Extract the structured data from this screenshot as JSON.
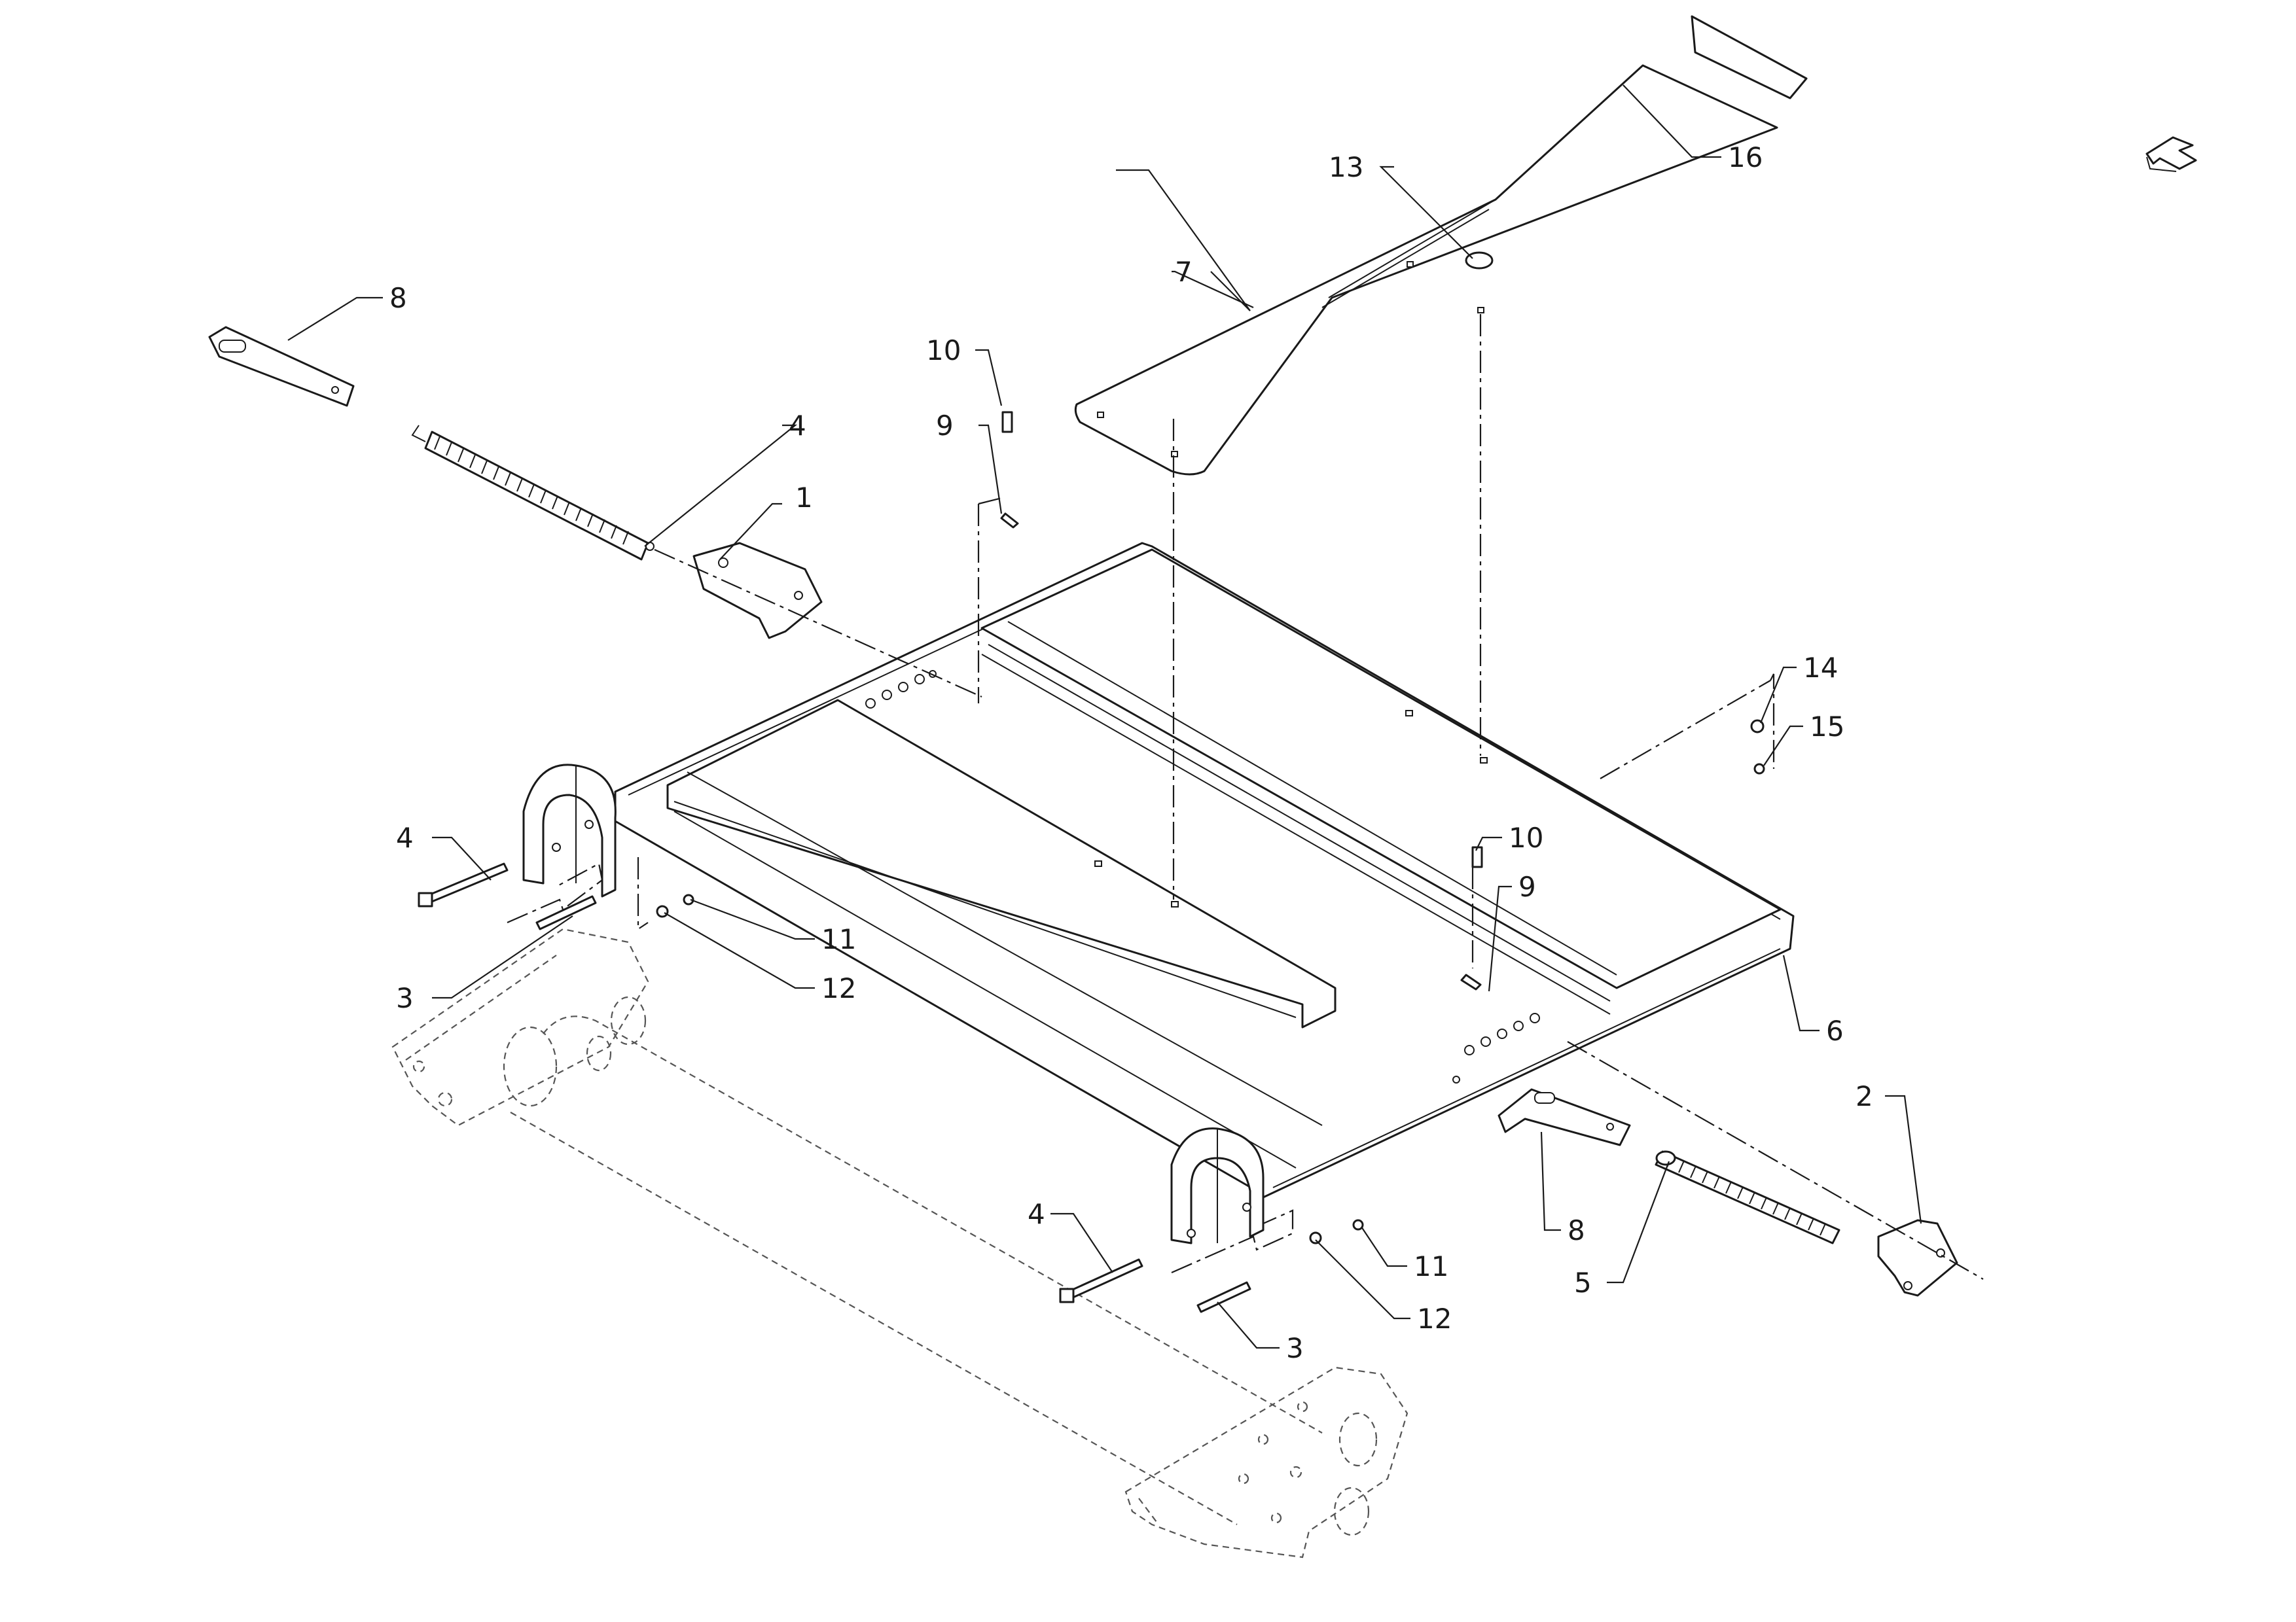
{
  "diagram": {
    "callouts": [
      {
        "id": "c1",
        "label": "1"
      },
      {
        "id": "c2",
        "label": "2"
      },
      {
        "id": "c3a",
        "label": "3"
      },
      {
        "id": "c3b",
        "label": "3"
      },
      {
        "id": "c4a",
        "label": "4"
      },
      {
        "id": "c4b",
        "label": "4"
      },
      {
        "id": "c4c",
        "label": "4"
      },
      {
        "id": "c5",
        "label": "5"
      },
      {
        "id": "c6",
        "label": "6"
      },
      {
        "id": "c7",
        "label": "7"
      },
      {
        "id": "c8a",
        "label": "8"
      },
      {
        "id": "c8b",
        "label": "8"
      },
      {
        "id": "c9a",
        "label": "9"
      },
      {
        "id": "c9b",
        "label": "9"
      },
      {
        "id": "c10a",
        "label": "10"
      },
      {
        "id": "c10b",
        "label": "10"
      },
      {
        "id": "c11a",
        "label": "11"
      },
      {
        "id": "c11b",
        "label": "11"
      },
      {
        "id": "c12a",
        "label": "12"
      },
      {
        "id": "c12b",
        "label": "12"
      },
      {
        "id": "c13",
        "label": "13"
      },
      {
        "id": "c14",
        "label": "14"
      },
      {
        "id": "c15",
        "label": "15"
      },
      {
        "id": "c16",
        "label": "16"
      }
    ],
    "icons": {
      "corner_arrow": "return-arrow-icon"
    }
  }
}
